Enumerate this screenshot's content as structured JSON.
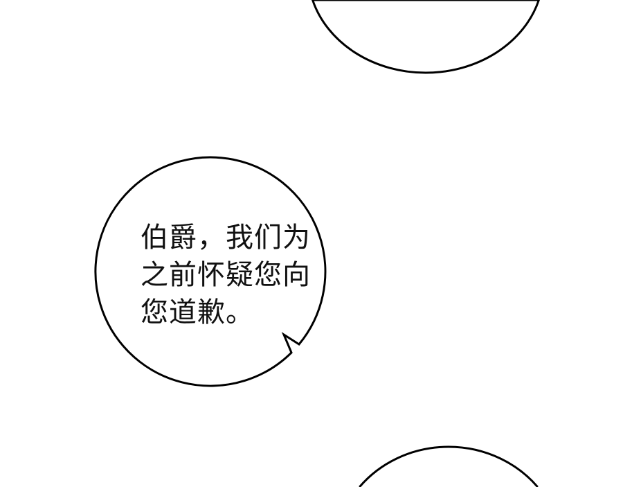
{
  "speech_bubble": {
    "lines": [
      "伯爵，我们为",
      "之前怀疑您向",
      "您道歉。"
    ]
  }
}
